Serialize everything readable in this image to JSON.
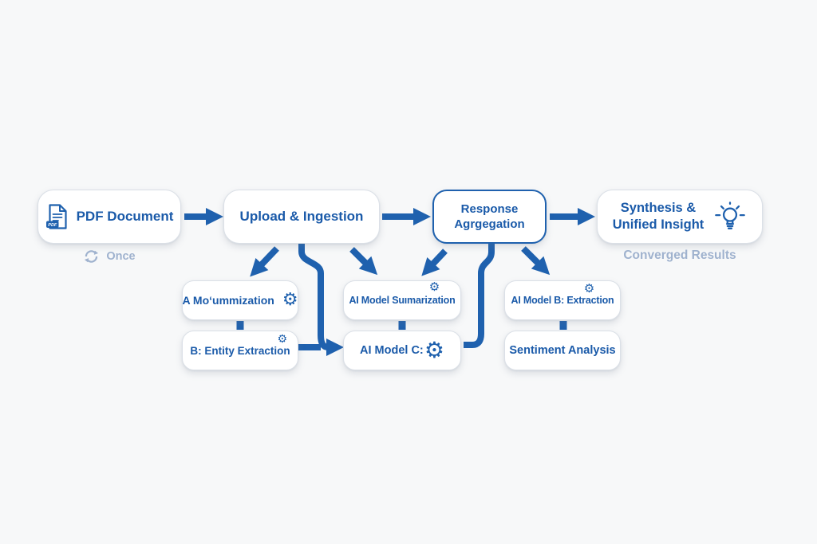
{
  "colors": {
    "accent": "#1f61ae",
    "text_blue": "#1a5aa9",
    "muted_text": "#9fb2ce",
    "node_border": "#dbe0e7",
    "background": "#f7f8f9"
  },
  "nodes": {
    "pdf": {
      "label": "PDF Document",
      "badge": "PDF"
    },
    "upload": {
      "label": "Upload & Ingestion"
    },
    "response": {
      "line1": "Response",
      "line2": "Agrgegation"
    },
    "synthesis": {
      "line1": "Synthesis &",
      "line2": "Unified Insight"
    },
    "model_a": {
      "label": "A Moʻummization"
    },
    "model_sum": {
      "label": "AI Model Suımarization"
    },
    "model_b": {
      "label": "AI Model B: Extraction"
    },
    "entity": {
      "label": "B: Entity Extraction"
    },
    "model_c": {
      "label": "AI Model C:"
    },
    "sentiment": {
      "label": "Sentiment Analysis"
    }
  },
  "captions": {
    "once": "Once",
    "converged_results": "Converged Results"
  },
  "icons": {
    "gear_glyph": "⚙"
  }
}
